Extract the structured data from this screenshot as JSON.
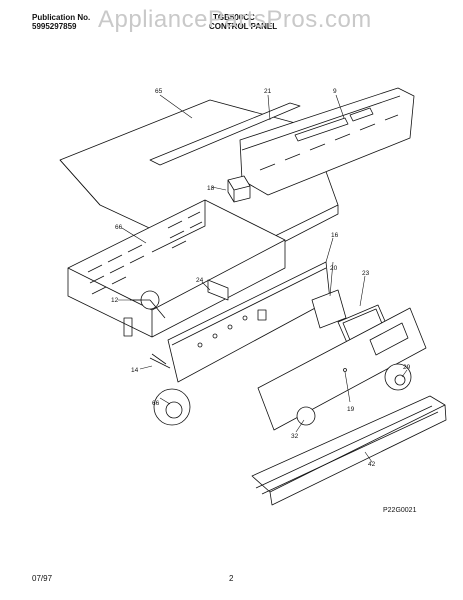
{
  "header": {
    "publication_label": "Publication No.",
    "publication_number": "5995297859",
    "model": "TGB500CC",
    "section_title": "CONTROL PANEL"
  },
  "watermark": "AppliancePartsPros.com",
  "callouts": [
    "65",
    "21",
    "9",
    "18",
    "66",
    "16",
    "20",
    "23",
    "24",
    "12",
    "14",
    "19",
    "29",
    "66",
    "32",
    "42"
  ],
  "figure_code": "P22G0021",
  "footer": {
    "date": "07/97",
    "page": "2"
  },
  "colors": {
    "line": "#111111",
    "watermark": "#c9c9c9"
  }
}
